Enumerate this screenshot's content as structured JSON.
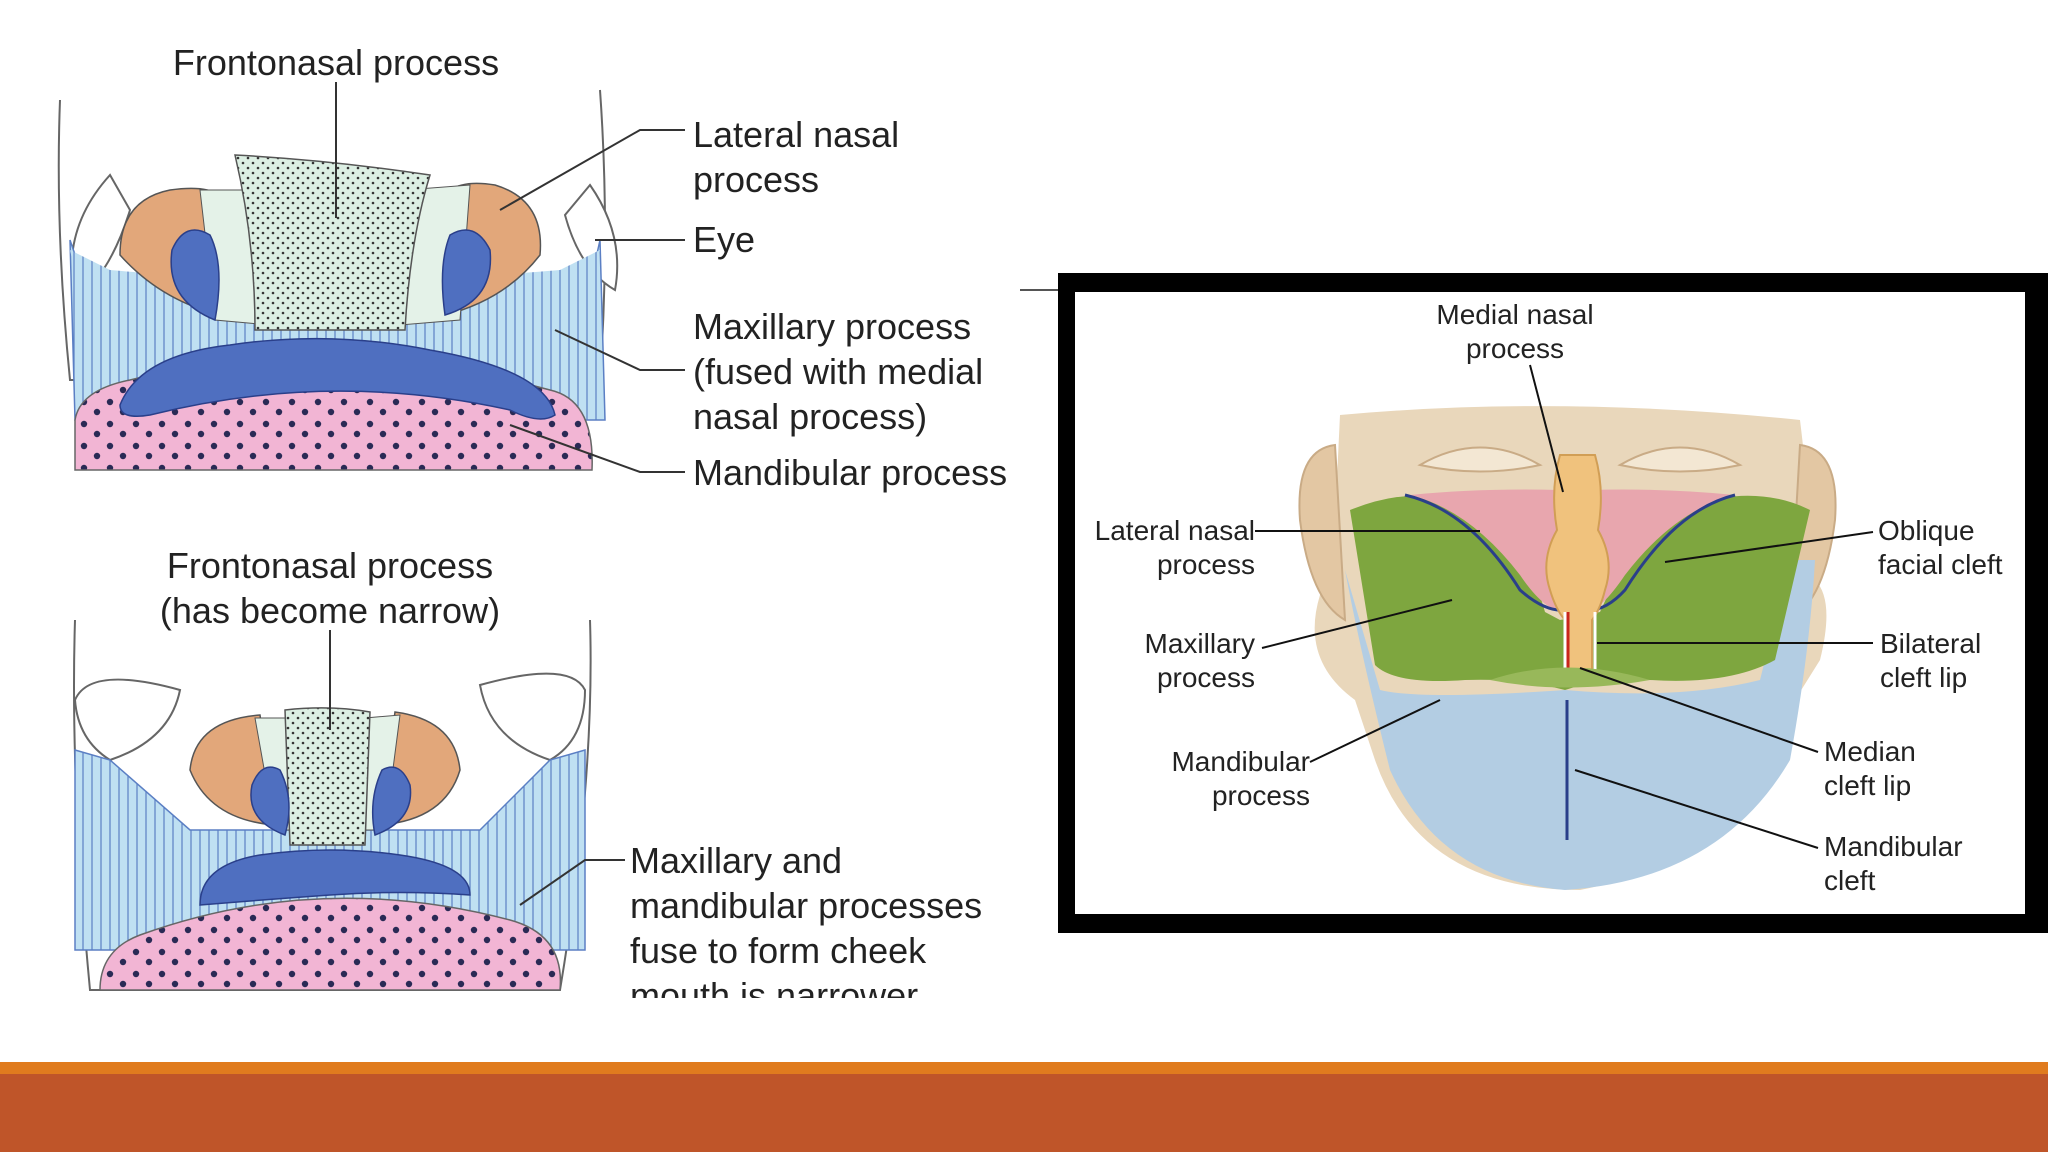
{
  "diagram_top": {
    "frontonasal": "Frontonasal process",
    "lateral_nasal": "Lateral nasal\nprocess",
    "eye": "Eye",
    "maxillary": "Maxillary process\n(fused with medial\nnasal process)",
    "mandibular": "Mandibular process"
  },
  "diagram_bottom": {
    "frontonasal": "Frontonasal process\n(has become narrow)",
    "fusion": "Maxillary and\nmandibular processes\nfuse to form cheek\nmouth is narrower"
  },
  "face_diagram": {
    "medial_nasal": "Medial nasal\nprocess",
    "lateral_nasal": "Lateral nasal\nprocess",
    "maxillary": "Maxillary\nprocess",
    "mandibular": "Mandibular\nprocess",
    "oblique": "Oblique\nfacial cleft",
    "bilateral": "Bilateral\ncleft lip",
    "median": "Median\ncleft lip",
    "mandibular_cleft": "Mandibular\ncleft"
  },
  "colors": {
    "footer_thin": "#e07b1e",
    "footer_main": "#bf5529",
    "lateral_nasal_orange": "#e2a77a",
    "nasal_pit_blue": "#4f6fc0",
    "maxillary_light_blue": "#bfe0f2",
    "mandibular_pink": "#f2b5d4",
    "frontonasal_green": "#dcefe3",
    "face_green": "#7ea63f",
    "face_blue": "#b3cde3",
    "face_pink": "#e8a6ae",
    "skin": "#e9d7bb"
  }
}
